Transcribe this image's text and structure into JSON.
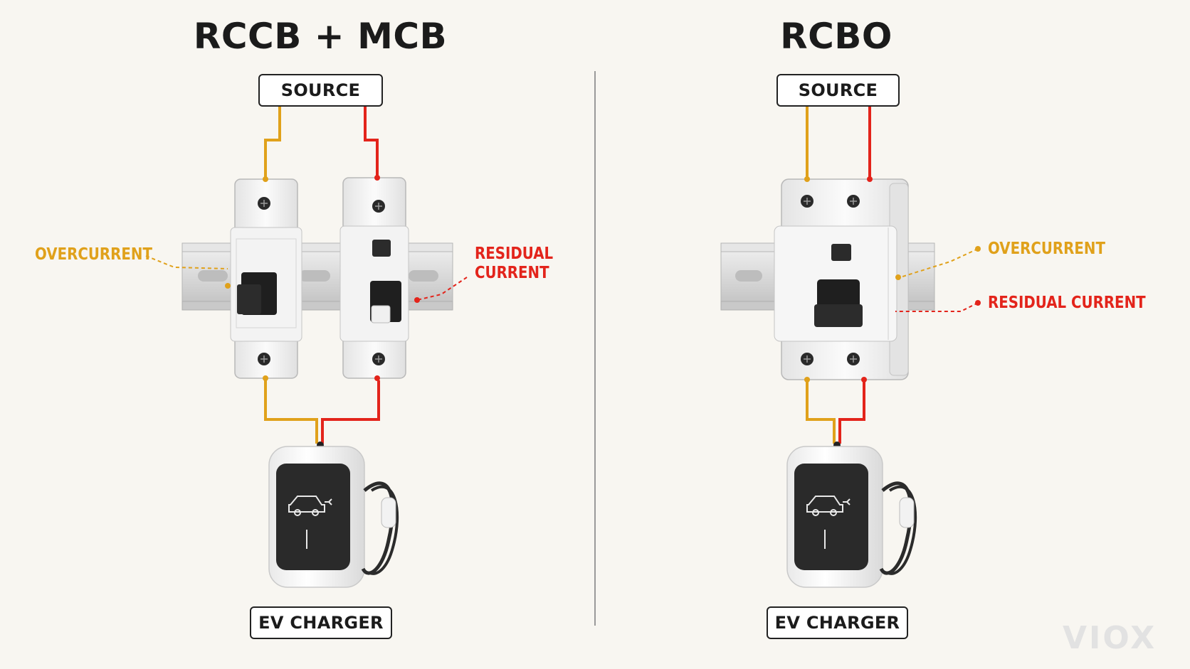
{
  "left": {
    "title": "RCCB + MCB",
    "source_label": "SOURCE",
    "charger_label": "EV CHARGER",
    "callouts": {
      "overcurrent": "OVERCURRENT",
      "residual_line1": "RESIDUAL",
      "residual_line2": "CURRENT"
    }
  },
  "right": {
    "title": "RCBO",
    "source_label": "SOURCE",
    "charger_label": "EV CHARGER",
    "callouts": {
      "overcurrent": "OVERCURRENT",
      "residual": "RESIDUAL CURRENT"
    }
  },
  "logo": "VIOX",
  "colors": {
    "live_wire": "#e0a11b",
    "neutral_wire": "#e3241b",
    "outline": "#222222",
    "background": "#f8f6f1"
  }
}
